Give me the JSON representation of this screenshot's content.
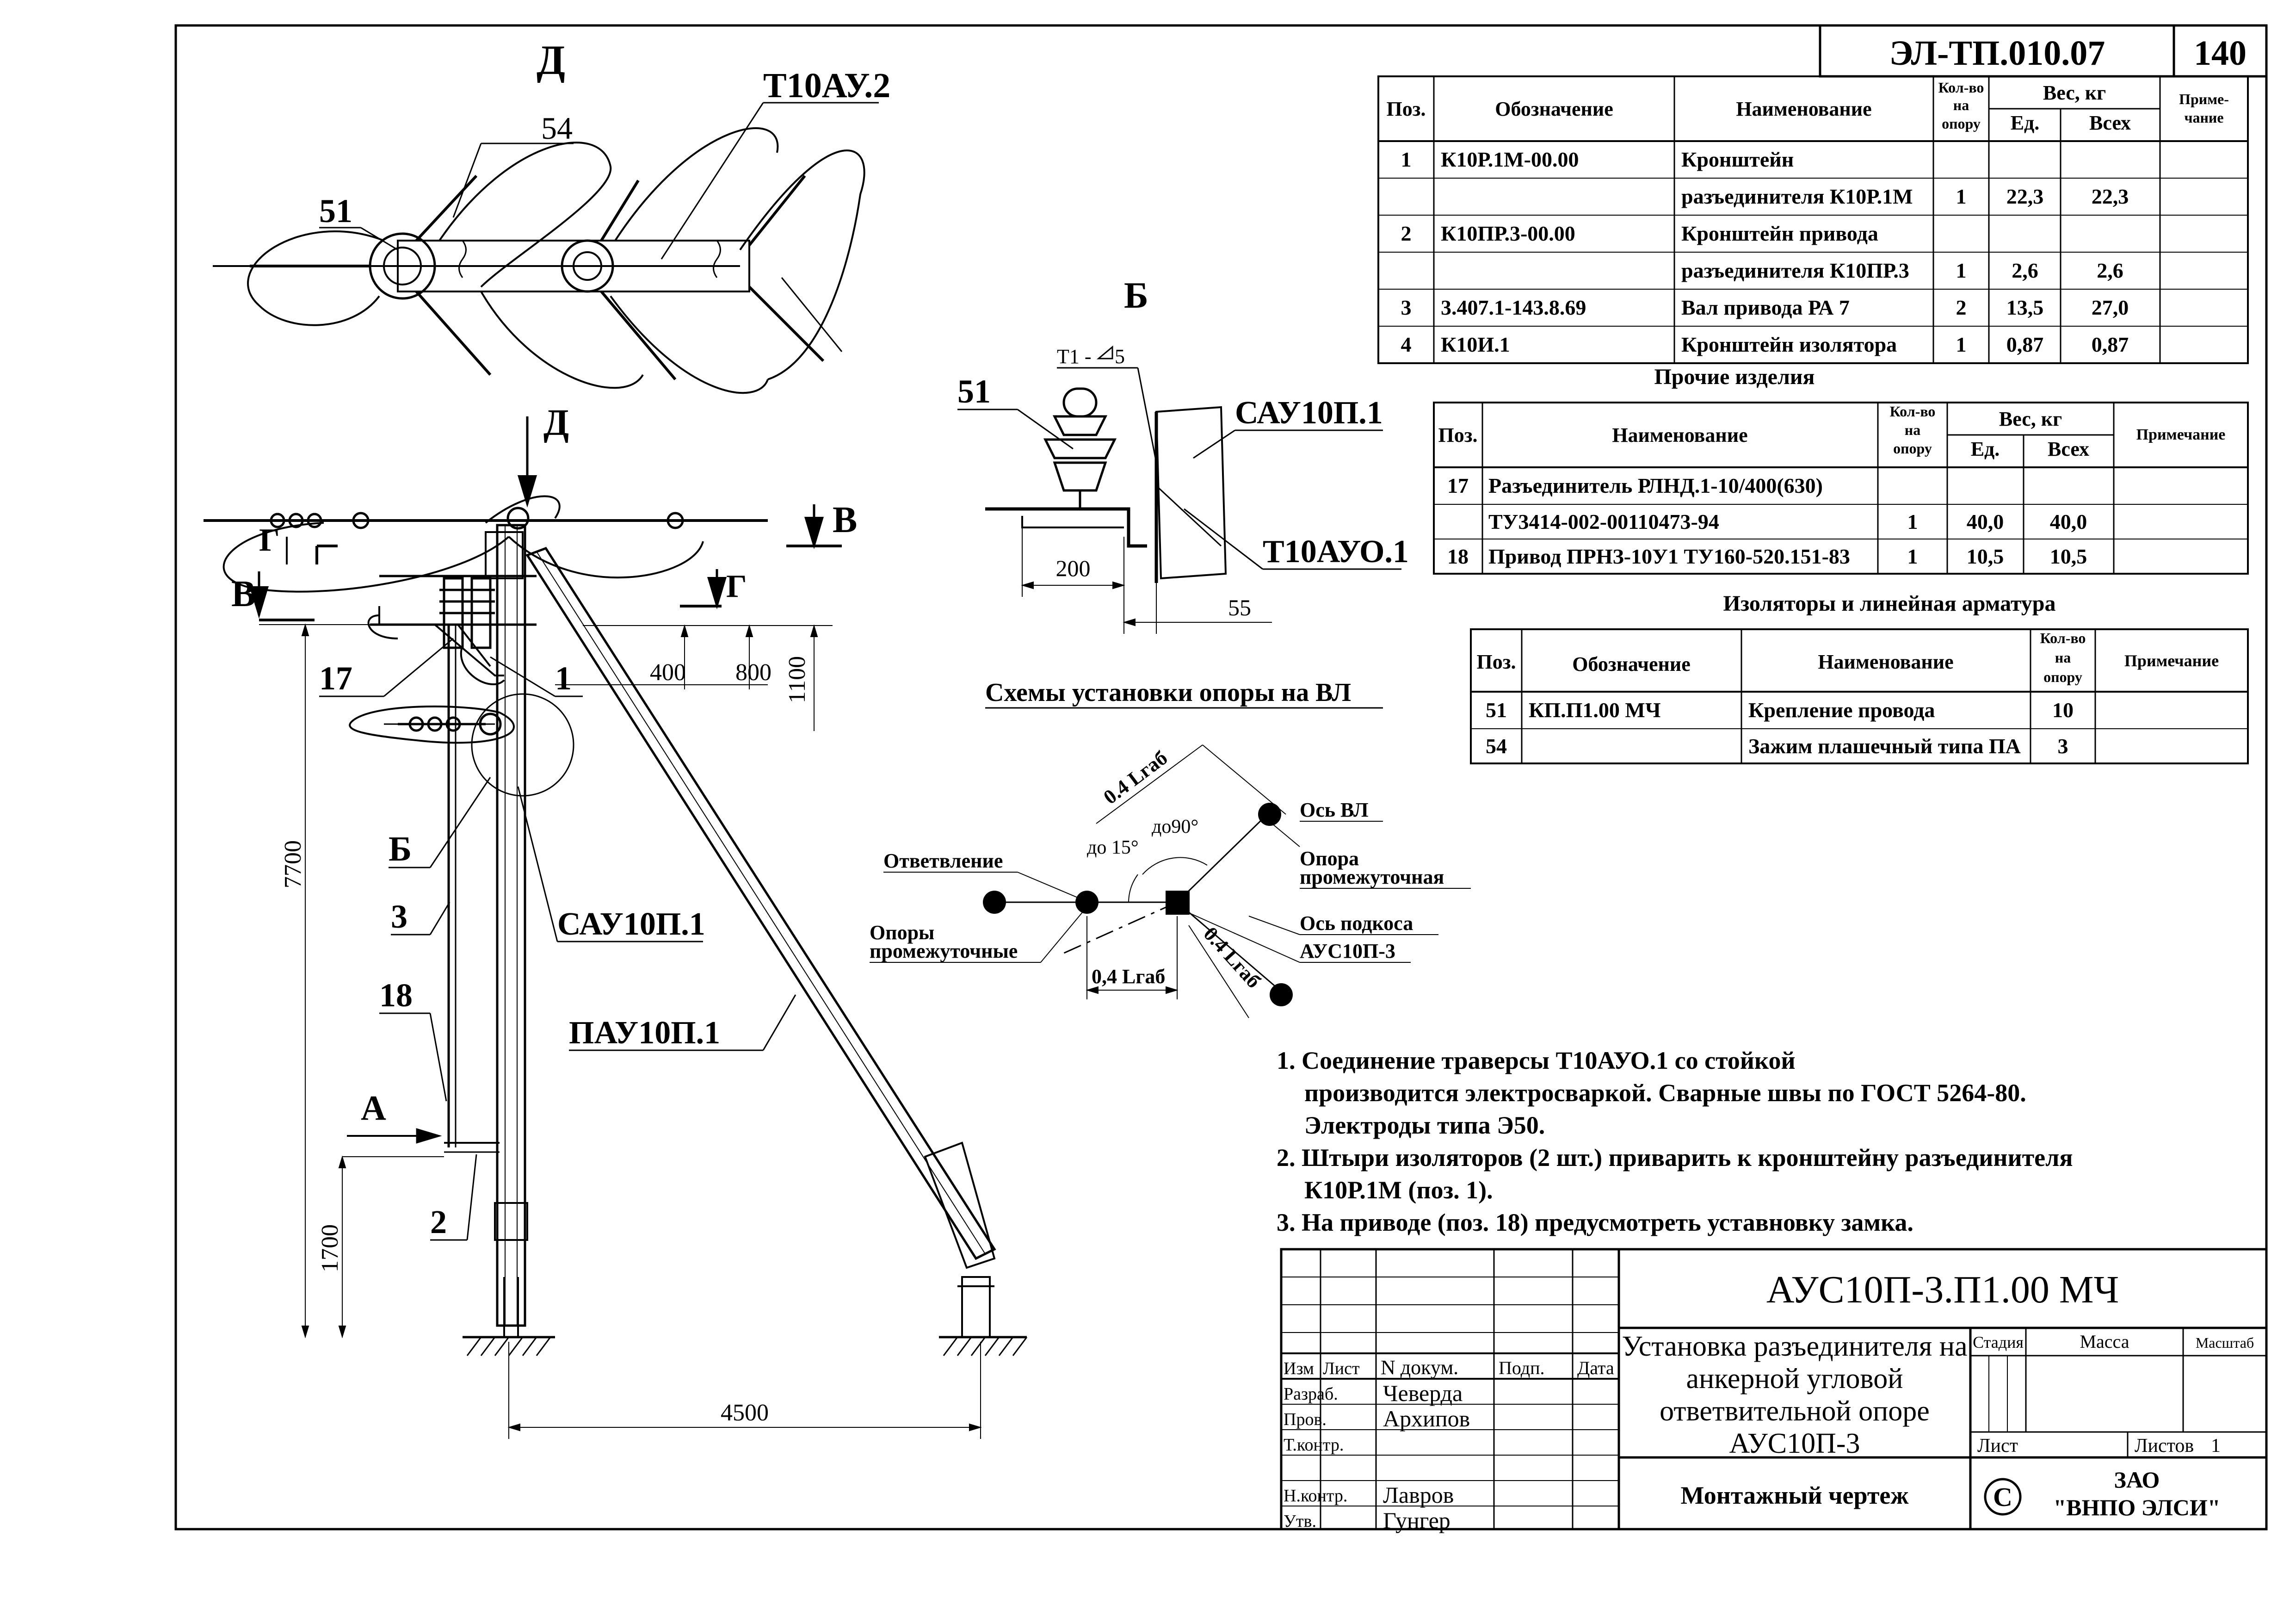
{
  "header": {
    "doc_code": "ЭЛ-ТП.010.07",
    "page_number": "140"
  },
  "parts_table": {
    "headers": {
      "pos": "Поз.",
      "designation": "Обозначение",
      "name": "Наименование",
      "qty": [
        "Кол-во",
        "на",
        "опору"
      ],
      "weight": "Вес, кг",
      "unit": "Ед.",
      "total": "Всех",
      "note": [
        "Приме-",
        "чание"
      ]
    },
    "rows": [
      {
        "pos": "1",
        "designation": "К10Р.1М-00.00",
        "name": "Кронштейн",
        "qty": "",
        "unit": "",
        "total": ""
      },
      {
        "pos": "",
        "designation": "",
        "name": "разъединителя К10Р.1М",
        "qty": "1",
        "unit": "22,3",
        "total": "22,3"
      },
      {
        "pos": "2",
        "designation": "К10ПР.3-00.00",
        "name": "Кронштейн привода",
        "qty": "",
        "unit": "",
        "total": ""
      },
      {
        "pos": "",
        "designation": "",
        "name": "разъединителя К10ПР.3",
        "qty": "1",
        "unit": "2,6",
        "total": "2,6"
      },
      {
        "pos": "3",
        "designation": "3.407.1-143.8.69",
        "name": "Вал привода РА 7",
        "qty": "2",
        "unit": "13,5",
        "total": "27,0"
      },
      {
        "pos": "4",
        "designation": "К10И.1",
        "name": "Кронштейн изолятора",
        "qty": "1",
        "unit": "0,87",
        "total": "0,87"
      }
    ]
  },
  "other_table": {
    "title": "Прочие изделия",
    "headers": {
      "pos": "Поз.",
      "name": "Наименование",
      "qty": [
        "Кол-во",
        "на",
        "опору"
      ],
      "weight": "Вес, кг",
      "unit": "Ед.",
      "total": "Всех",
      "note": "Примечание"
    },
    "rows": [
      {
        "pos": "17",
        "name": "Разъединитель РЛНД.1-10/400(630)",
        "qty": "",
        "unit": "",
        "total": ""
      },
      {
        "pos": "",
        "name": "ТУ3414-002-00110473-94",
        "qty": "1",
        "unit": "40,0",
        "total": "40,0"
      },
      {
        "pos": "18",
        "name": "Привод ПРНЗ-10У1 ТУ160-520.151-83",
        "qty": "1",
        "unit": "10,5",
        "total": "10,5"
      }
    ]
  },
  "insulator_table": {
    "title": "Изоляторы и линейная арматура",
    "headers": {
      "pos": "Поз.",
      "designation": "Обозначение",
      "name": "Наименование",
      "qty": [
        "Кол-во",
        "на",
        "опору"
      ],
      "note": "Примечание"
    },
    "rows": [
      {
        "pos": "51",
        "designation": "КП.П1.00 МЧ",
        "name": "Крепление провода",
        "qty": "10"
      },
      {
        "pos": "54",
        "designation": "",
        "name": "Зажим плашечный типа ПА",
        "qty": "3"
      }
    ]
  },
  "view_top": {
    "label": "Д",
    "callout_t10": "Т10АУ.2",
    "callout_54": "54",
    "callout_51": "51"
  },
  "view_b": {
    "label": "Б",
    "callout_51": "51",
    "callout_t1": "Т1 -",
    "weld_5": "5",
    "callout_sau": "САУ10П.1",
    "callout_t10": "Т10АУО.1",
    "dim_200": "200",
    "dim_55": "55"
  },
  "main_view": {
    "arrow_d": "Д",
    "arrow_v_right": "В",
    "arrow_v_left": "В",
    "arrow_g_left": "Г",
    "arrow_g_right": "Г",
    "label_17": "17",
    "label_1": "1",
    "label_b": "Б",
    "label_3": "3",
    "label_18": "18",
    "label_a": "А",
    "label_2": "2",
    "label_sau": "САУ10П.1",
    "label_pau": "ПАУ10П.1",
    "dim_400": "400",
    "dim_800": "800",
    "dim_1100": "1100",
    "dim_7700": "7700",
    "dim_1700": "1700",
    "dim_4500": "4500"
  },
  "scheme": {
    "title": "Схемы установки опоры на ВЛ",
    "otvetvlenie": "Ответвление",
    "opory_1": "Опоры",
    "opory_2": "промежуточные",
    "os_vl": "Ось ВЛ",
    "opora_1": "Опора",
    "opora_2": "промежуточная",
    "os_podkosa": "Ось подкоса",
    "aus": "АУС10П-3",
    "do15": "до 15°",
    "do90": "до90°",
    "lrab_top": "0.4 Lгаб",
    "lrab_bottom": "0,4 Lгаб",
    "lrab_diag": "0.4 Lгаб"
  },
  "notes": [
    "1. Соединение траверсы Т10АУО.1 со стойкой",
    "производится электросваркой. Сварные швы по ГОСТ 5264-80.",
    "Электроды типа Э50.",
    "2. Штыри изоляторов (2 шт.) приварить к кронштейну разъединителя",
    "К10Р.1М (поз. 1).",
    "3. На приводе (поз. 18) предусмотреть уставновку замка."
  ],
  "title_block": {
    "designation": "АУС10П-3.П1.00 МЧ",
    "title_lines": [
      "Установка разъединителя на",
      "анкерной угловой",
      "ответвительной опоре",
      "АУС10П-3"
    ],
    "drawing_type": "Монтажный чертеж",
    "col_izm": "Изм",
    "col_list": "Лист",
    "col_ndoc": "N докум.",
    "col_podp": "Подп.",
    "col_data": "Дата",
    "stadia": "Стадия",
    "massa": "Масса",
    "masshtab": "Масштаб",
    "list": "Лист",
    "listov": "Листов",
    "listov_value": "1",
    "company_1": "ЗАО",
    "company_2": "\"ВНПО ЭЛСИ\"",
    "copyright": "©",
    "roles": [
      {
        "role": "Разраб.",
        "name": "Чеверда"
      },
      {
        "role": "Пров.",
        "name": "Архипов"
      },
      {
        "role": "Т.контр.",
        "name": ""
      },
      {
        "role": "Н.контр.",
        "name": "Лавров"
      },
      {
        "role": "Утв.",
        "name": "Гунгер"
      }
    ]
  }
}
